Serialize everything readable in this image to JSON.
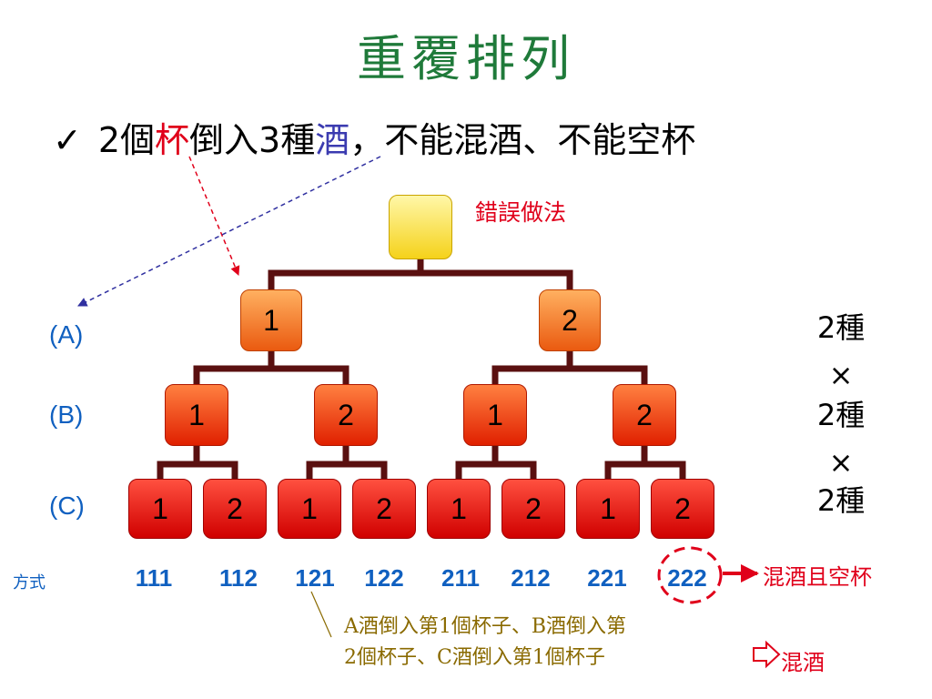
{
  "title": "重覆排列",
  "bullet": {
    "check": "✓",
    "part1": "2個",
    "part2": "杯",
    "part3": "倒入3種",
    "part4": "酒",
    "part5": "，不能混酒、不能空杯"
  },
  "wrong_label": "錯誤做法",
  "levels": [
    "(A)",
    "(B)",
    "(C)"
  ],
  "tree": {
    "level1": [
      "1",
      "2"
    ],
    "level2": [
      "1",
      "2",
      "1",
      "2"
    ],
    "level3": [
      "1",
      "2",
      "1",
      "2",
      "1",
      "2",
      "1",
      "2"
    ]
  },
  "right_note": [
    "2種",
    "×",
    "2種",
    "×",
    "2種"
  ],
  "method_label": "方式",
  "combos": [
    "111",
    "112",
    "121",
    "122",
    "211",
    "212",
    "221",
    "222"
  ],
  "mixed_empty_label": "混酒且空杯",
  "explanation": {
    "line1": "A酒倒入第1個杯子、B酒倒入第",
    "line2": "2個杯子、C酒倒入第1個杯子"
  },
  "mixed_label": "混酒",
  "colors": {
    "title": "#1f7a3a",
    "accent_red": "#e0001a",
    "accent_blue": "#1060c0",
    "branch": "#5a1010"
  }
}
